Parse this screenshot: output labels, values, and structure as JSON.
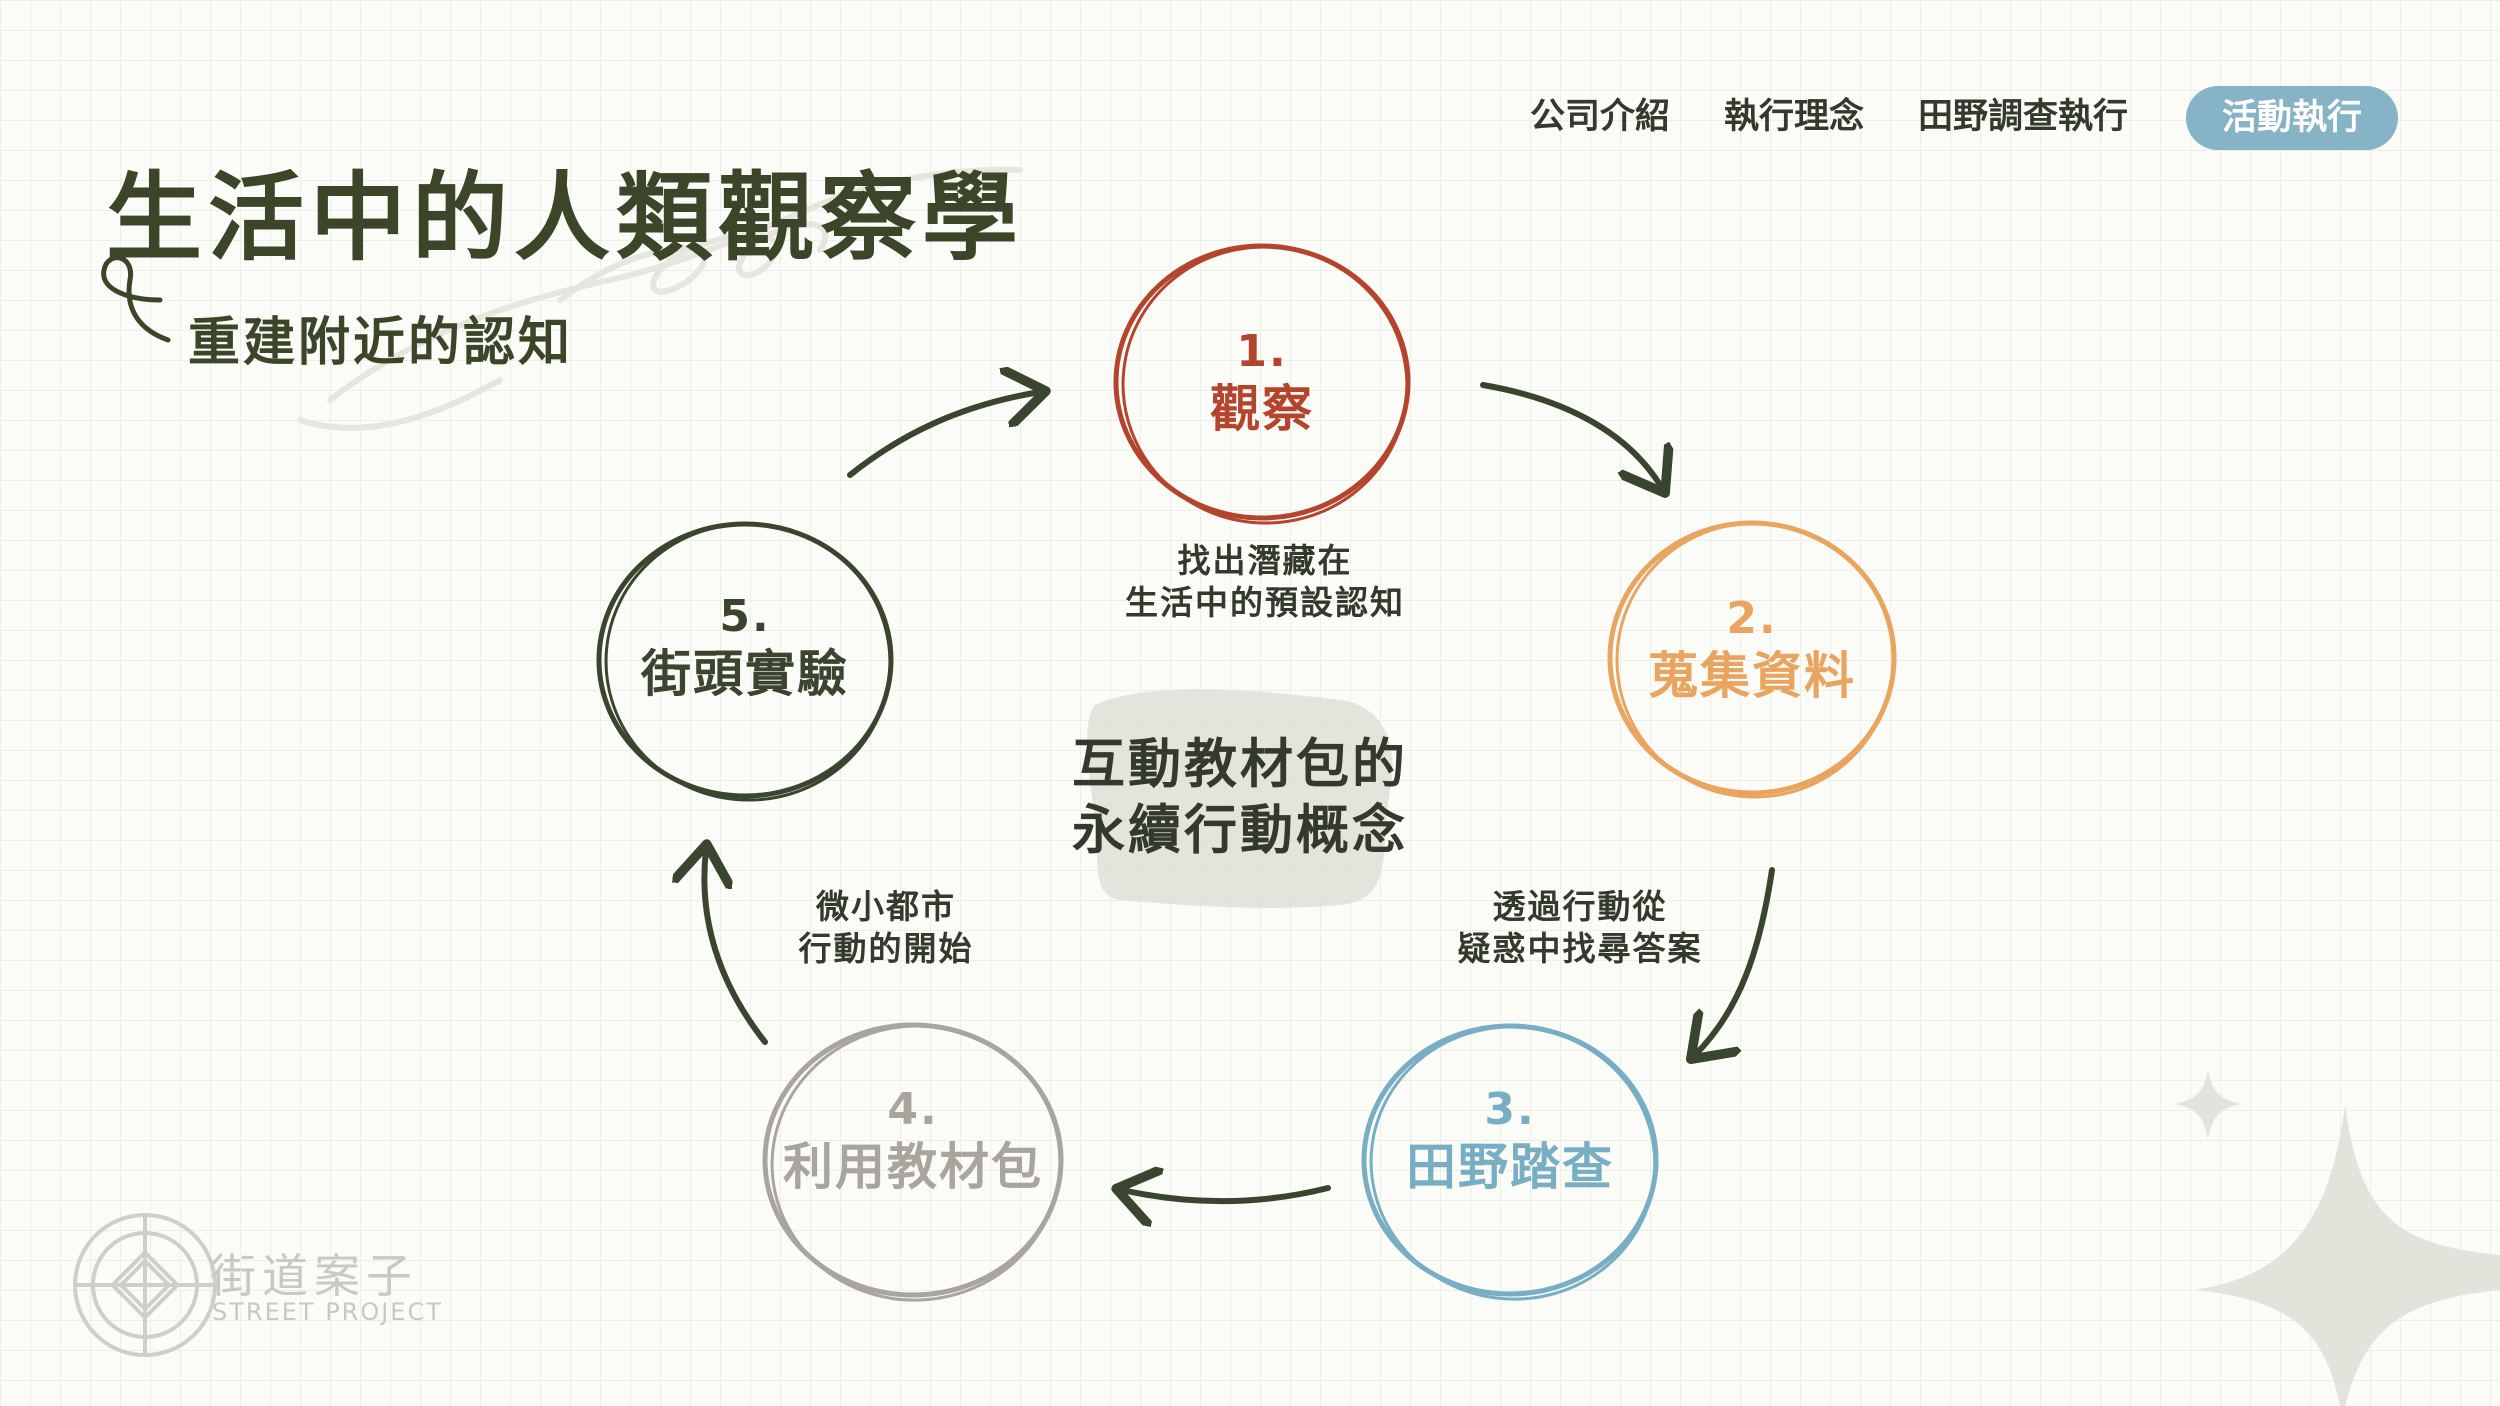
{
  "nav": {
    "items": [
      "公司介紹",
      "執行理念",
      "田野調查執行"
    ],
    "active": "活動執行"
  },
  "header": {
    "title": "生活中的人類觀察學",
    "subtitle": "重建附近的認知"
  },
  "diagram": {
    "center": [
      "互動教材包的",
      "永續行動概念"
    ],
    "nodes": [
      {
        "number": "1.",
        "label": "觀察",
        "color": "#b5442c"
      },
      {
        "number": "2.",
        "label": "蒐集資料",
        "color": "#e9a45f"
      },
      {
        "number": "3.",
        "label": "田野踏查",
        "color": "#78aec4"
      },
      {
        "number": "4.",
        "label": "利用教材包",
        "color": "#a9a49c"
      },
      {
        "number": "5.",
        "label": "街頭實驗",
        "color": "#3a4530"
      }
    ],
    "captions": [
      [
        "找出潛藏在",
        "生活中的預設認知"
      ],
      [
        "透過行動從",
        "疑惑中找尋答案"
      ],
      [
        "微小都市",
        "行動的開始"
      ]
    ],
    "arrow_color": "#3a4530"
  },
  "logo": {
    "name_zh": "街道案子",
    "name_en": "STREET PROJECT"
  }
}
